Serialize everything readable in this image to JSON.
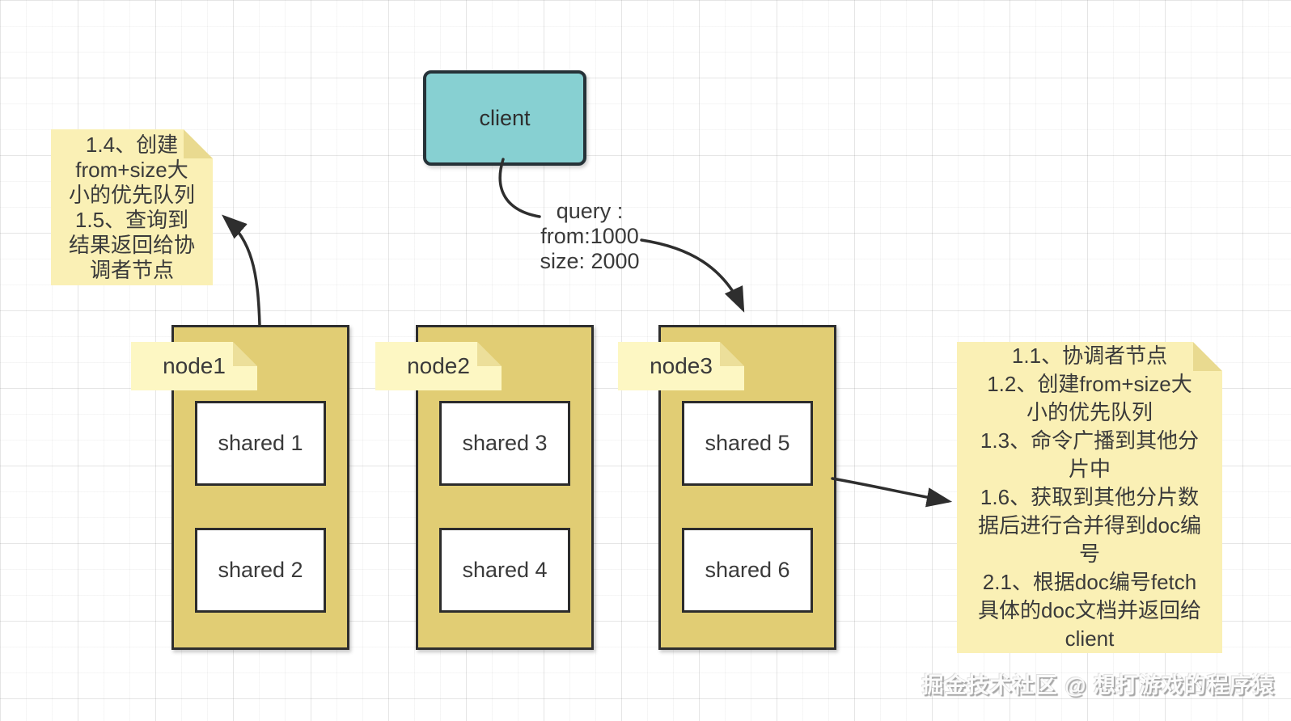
{
  "client": {
    "label": "client",
    "fill": "#87d0d2",
    "border": "#263238"
  },
  "query_label": {
    "lines": [
      "query :",
      "from:1000",
      "size: 2000"
    ]
  },
  "nodes": [
    {
      "label": "node1",
      "shards": [
        "shared 1",
        "shared 2"
      ]
    },
    {
      "label": "node2",
      "shards": [
        "shared 3",
        "shared 4"
      ]
    },
    {
      "label": "node3",
      "shards": [
        "shared 5",
        "shared 6"
      ]
    }
  ],
  "notes": {
    "left": {
      "lines": [
        "1.4、创建",
        "from+size大",
        "小的优先队列",
        "1.5、查询到",
        "结果返回给协",
        "调者节点"
      ]
    },
    "right": {
      "lines": [
        "1.1、协调者节点",
        "1.2、创建from+size大",
        "小的优先队列",
        "1.3、命令广播到其他分",
        "片中",
        "1.6、获取到其他分片数",
        "据后进行合并得到doc编",
        "号",
        "2.1、根据doc编号fetch",
        "具体的doc文档并返回给",
        "client"
      ]
    }
  },
  "watermark": "掘金技术社区 @ 想打游戏的程序猿",
  "colors": {
    "node_fill": "#e1cd74",
    "note_fill": "#faf0b5",
    "label_fill": "#fdf7c3",
    "client_fill": "#87d0d2",
    "stroke": "#2e2e2e"
  }
}
